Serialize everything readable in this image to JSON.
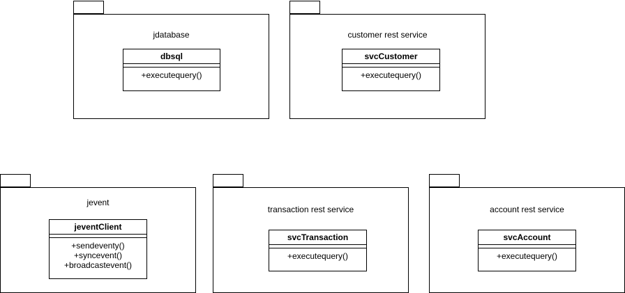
{
  "packages": {
    "jdatabase": {
      "name": "jdatabase",
      "class_name": "dbsql",
      "operations": [
        "+executequery()"
      ]
    },
    "customer": {
      "name": "customer rest service",
      "class_name": "svcCustomer",
      "operations": [
        "+executequery()"
      ]
    },
    "jevent": {
      "name": "jevent",
      "class_name": "jeventClient",
      "operations": [
        "+sendeventy()",
        "+syncevent()",
        "+broadcastevent()"
      ]
    },
    "transaction": {
      "name": "transaction rest service",
      "class_name": "svcTransaction",
      "operations": [
        "+executequery()"
      ]
    },
    "account": {
      "name": "account rest service",
      "class_name": "svcAccount",
      "operations": [
        "+executequery()"
      ]
    }
  }
}
